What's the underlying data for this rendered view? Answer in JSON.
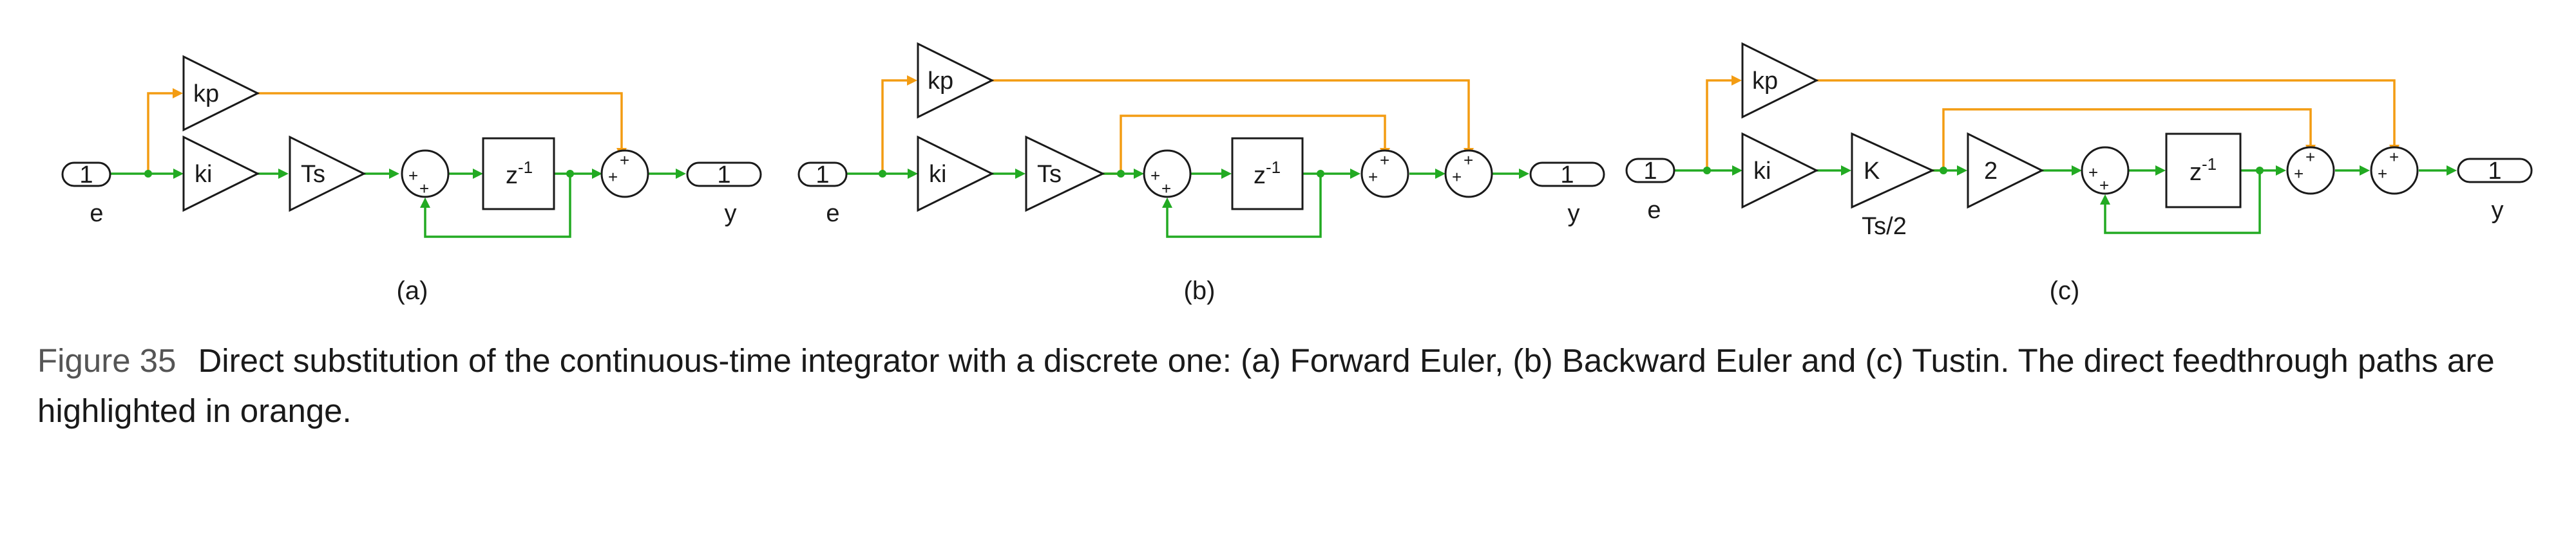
{
  "figure": {
    "number_label": "Figure 35",
    "caption": "Direct substitution of the continuous-time integrator with a discrete one: (a) Forward Euler, (b) Backward Euler and (c) Tustin. The direct feedthrough paths are highlighted in orange."
  },
  "colors": {
    "signal": "#22aa22",
    "feedthrough": "#f39c12",
    "block_stroke": "#1a1a1a"
  },
  "panels": {
    "a": {
      "sublabel": "(a)",
      "inport": {
        "label": "1",
        "name": "e"
      },
      "outport": {
        "label": "1",
        "name": "y"
      },
      "blocks": {
        "kp": "kp",
        "ki": "ki",
        "ts": "Ts",
        "delay_base": "z",
        "delay_exp": "-1"
      },
      "signs": {
        "sum1_left": "+",
        "sum1_bottom": "+",
        "sum2_top": "+",
        "sum2_left": "+"
      }
    },
    "b": {
      "sublabel": "(b)",
      "inport": {
        "label": "1",
        "name": "e"
      },
      "outport": {
        "label": "1",
        "name": "y"
      },
      "blocks": {
        "kp": "kp",
        "ki": "ki",
        "ts": "Ts",
        "delay_base": "z",
        "delay_exp": "-1"
      },
      "signs": {
        "sum1_left": "+",
        "sum1_bottom": "+",
        "sum2_top": "+",
        "sum2_left": "+",
        "sum3_top": "+",
        "sum3_left": "+"
      }
    },
    "c": {
      "sublabel": "(c)",
      "inport": {
        "label": "1",
        "name": "e"
      },
      "outport": {
        "label": "1",
        "name": "y"
      },
      "blocks": {
        "kp": "kp",
        "ki": "ki",
        "k": "K",
        "k_caption": "Ts/2",
        "two": "2",
        "delay_base": "z",
        "delay_exp": "-1"
      },
      "signs": {
        "sum1_left": "+",
        "sum1_bottom": "+",
        "sum2_top": "+",
        "sum2_left": "+",
        "sum3_top": "+",
        "sum3_left": "+"
      }
    }
  }
}
